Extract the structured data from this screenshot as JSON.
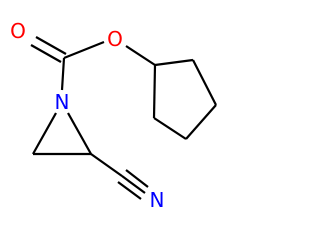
{
  "molecule": {
    "atoms": {
      "carbonyl_oxygen": {
        "symbol": "O",
        "color": "#ff0000"
      },
      "ester_oxygen": {
        "symbol": "O",
        "color": "#ff0000"
      },
      "aziridine_nitrogen": {
        "symbol": "N",
        "color": "#0000ff"
      },
      "nitrile_nitrogen": {
        "symbol": "N",
        "color": "#0000ff"
      }
    },
    "bond_color": "#000000"
  }
}
